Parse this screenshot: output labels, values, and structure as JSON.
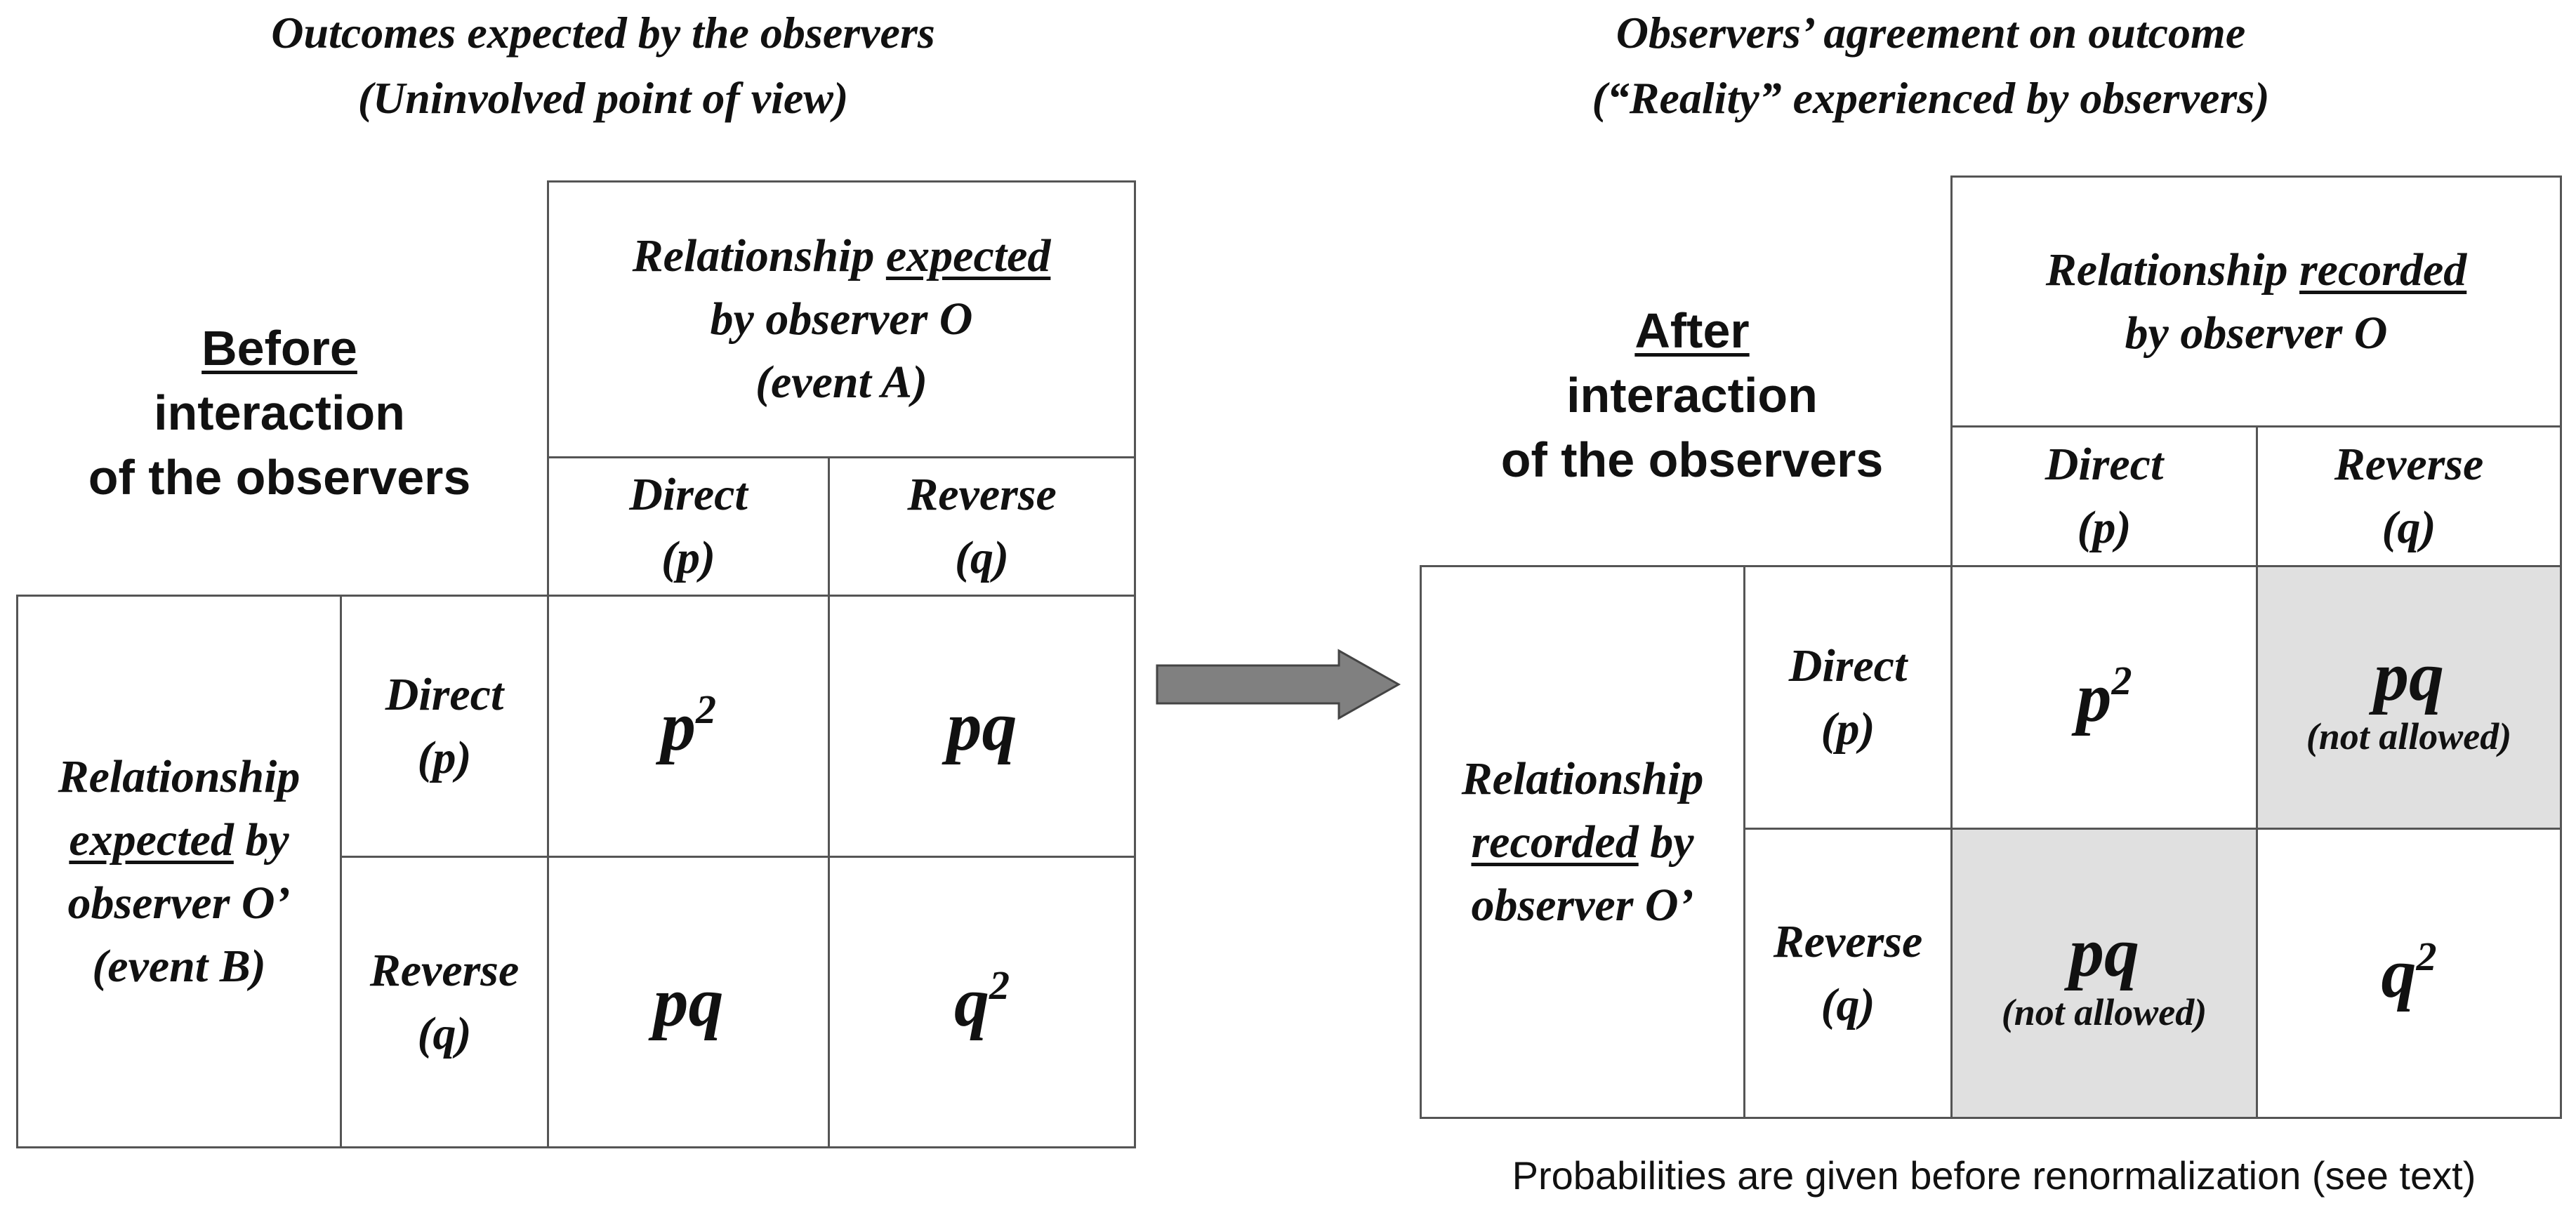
{
  "left": {
    "title_line1": "Outcomes expected by the observers",
    "title_line2": "(Uninvolved point of view)",
    "phase_word": "Before",
    "phase_line2": "interaction",
    "phase_line3": "of the observers",
    "col_header": {
      "line1a": "Relationship ",
      "line1b": "expected",
      "line2": "by observer O",
      "line3": "(event A)"
    },
    "row_header": {
      "line1": "Relationship",
      "line2a": "expected",
      "line2b": " by",
      "line3": "observer O’",
      "line4": "(event B)"
    },
    "col_labels": [
      {
        "name": "Direct",
        "sym": "(p)"
      },
      {
        "name": "Reverse",
        "sym": "(q)"
      }
    ],
    "row_labels": [
      {
        "name": "Direct",
        "sym": "(p)"
      },
      {
        "name": "Reverse",
        "sym": "(q)"
      }
    ],
    "cells": [
      {
        "base": "p",
        "exp": "2"
      },
      {
        "base": "pq",
        "exp": ""
      },
      {
        "base": "pq",
        "exp": ""
      },
      {
        "base": "q",
        "exp": "2"
      }
    ]
  },
  "right": {
    "title_line1": "Observers’ agreement on outcome",
    "title_line2": "(“Reality” experienced by observers)",
    "phase_word": "After",
    "phase_line2": "interaction",
    "phase_line3": "of the observers",
    "col_header": {
      "line1a": "Relationship ",
      "line1b": "recorded",
      "line2": "by observer O"
    },
    "row_header": {
      "line1": "Relationship",
      "line2a": "recorded",
      "line2b": " by",
      "line3": "observer O’"
    },
    "col_labels": [
      {
        "name": "Direct",
        "sym": "(p)"
      },
      {
        "name": "Reverse",
        "sym": "(q)"
      }
    ],
    "row_labels": [
      {
        "name": "Direct",
        "sym": "(p)"
      },
      {
        "name": "Reverse",
        "sym": "(q)"
      }
    ],
    "cells": [
      {
        "base": "p",
        "exp": "2",
        "note": ""
      },
      {
        "base": "pq",
        "exp": "",
        "note": "(not allowed)"
      },
      {
        "base": "pq",
        "exp": "",
        "note": "(not allowed)"
      },
      {
        "base": "q",
        "exp": "2",
        "note": ""
      }
    ],
    "footnote": "Probabilities are given before renormalization (see text)"
  },
  "colors": {
    "border": "#555555",
    "disallowed_fill": "#e0e0e0",
    "arrow_fill": "#808080"
  }
}
